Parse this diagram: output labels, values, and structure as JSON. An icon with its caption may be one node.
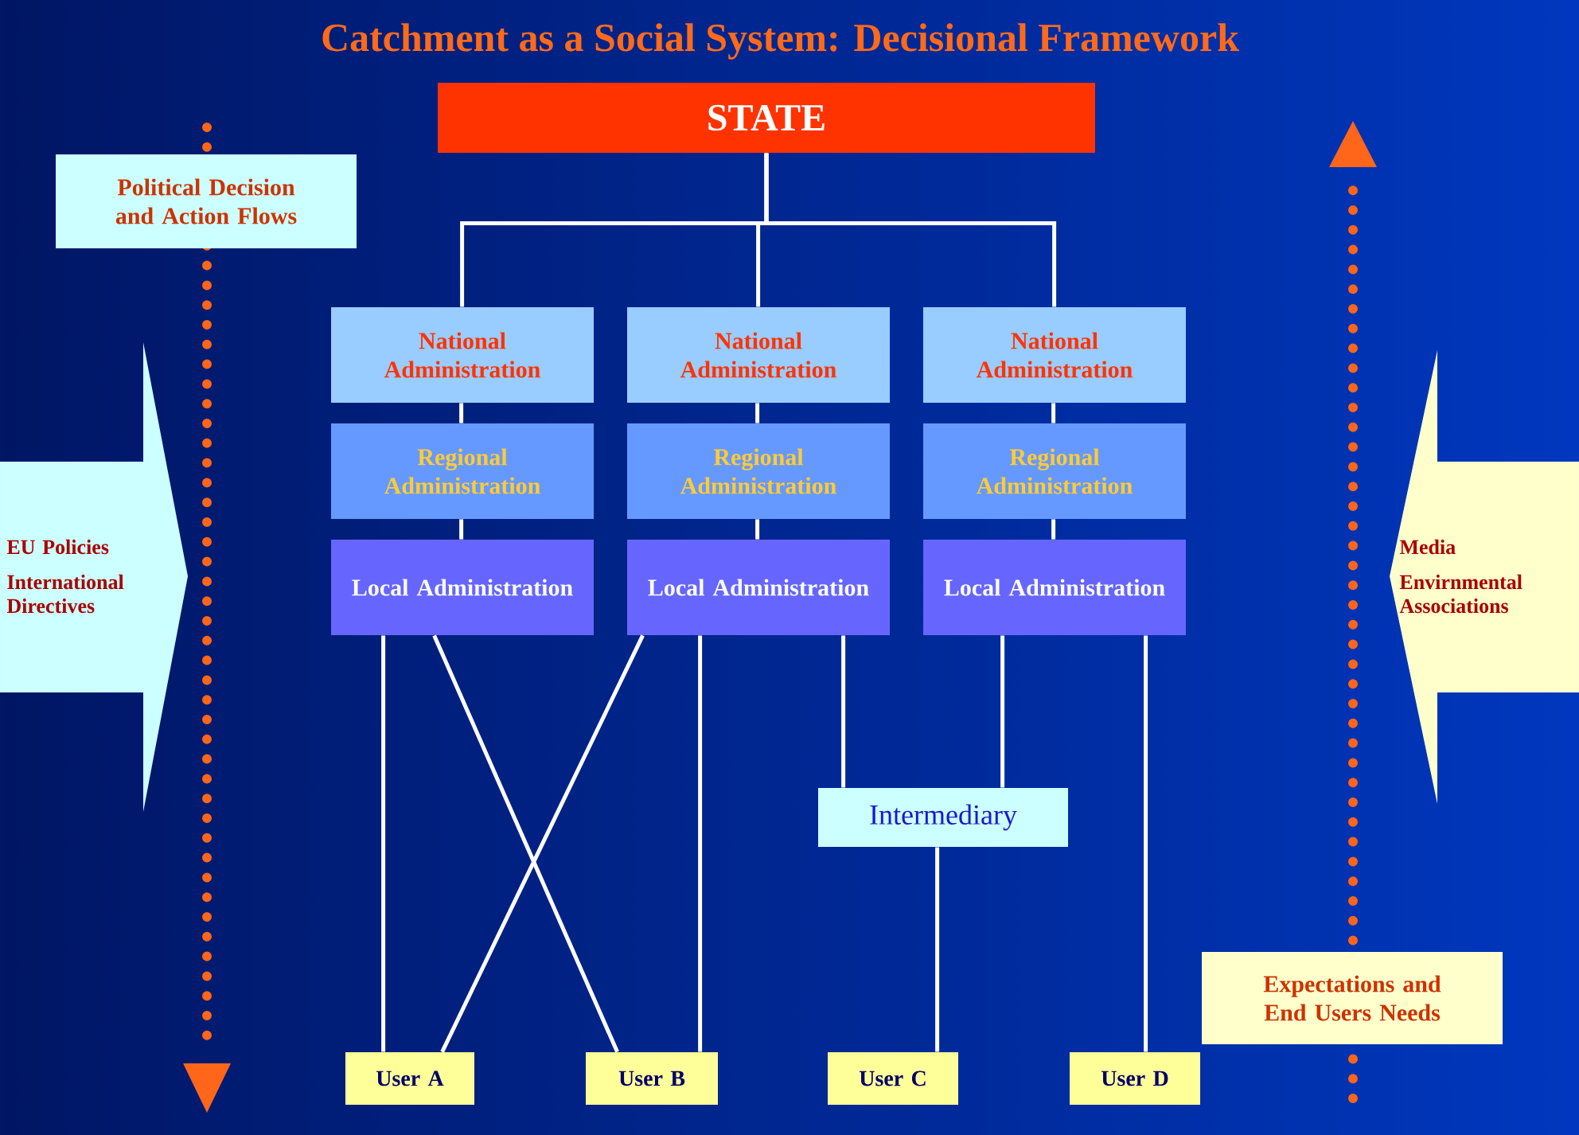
{
  "diagram": {
    "title": "Catchment as a Social System: Decisional Framework",
    "nodes": [
      {
        "text": [
          "STATE"
        ]
      },
      {
        "text": [
          "National Administration"
        ]
      },
      {
        "text": [
          "National Administration"
        ]
      },
      {
        "text": [
          "National Administration"
        ]
      },
      {
        "text": [
          "Regional Administration"
        ]
      },
      {
        "text": [
          "Regional Administration"
        ]
      },
      {
        "text": [
          "Regional Administration"
        ]
      },
      {
        "text": [
          "Local Administration"
        ]
      },
      {
        "text": [
          "Local Administration"
        ]
      },
      {
        "text": [
          "Local Administration"
        ]
      },
      {
        "text": [
          "Intermediary"
        ]
      },
      {
        "text": [
          "User A"
        ]
      },
      {
        "text": [
          "User B"
        ]
      },
      {
        "text": [
          "User C"
        ]
      },
      {
        "text": [
          "User D"
        ]
      },
      {
        "text": [
          "Political Decision and Action Flows"
        ]
      },
      {
        "text": [
          "EU Policies",
          "International Directives"
        ]
      },
      {
        "text": [
          "Media",
          "Envirnmental Associations"
        ]
      },
      {
        "text": [
          "Expectations and End Users Needs"
        ]
      }
    ],
    "edges": [
      {
        "from": 0,
        "to": 1,
        "arrow": "none"
      },
      {
        "from": 0,
        "to": 2,
        "arrow": "none"
      },
      {
        "from": 0,
        "to": 3,
        "arrow": "none"
      },
      {
        "from": 1,
        "to": 4,
        "arrow": "none"
      },
      {
        "from": 2,
        "to": 5,
        "arrow": "none"
      },
      {
        "from": 3,
        "to": 6,
        "arrow": "none"
      },
      {
        "from": 4,
        "to": 7,
        "arrow": "none"
      },
      {
        "from": 5,
        "to": 8,
        "arrow": "none"
      },
      {
        "from": 6,
        "to": 9,
        "arrow": "none"
      },
      {
        "from": 7,
        "to": 11,
        "arrow": "none"
      },
      {
        "from": 7,
        "to": 12,
        "arrow": "none"
      },
      {
        "from": 8,
        "to": 11,
        "arrow": "none"
      },
      {
        "from": 8,
        "to": 12,
        "arrow": "none"
      },
      {
        "from": 8,
        "to": 10,
        "arrow": "none"
      },
      {
        "from": 9,
        "to": 10,
        "arrow": "none"
      },
      {
        "from": 10,
        "to": 13,
        "arrow": "none"
      },
      {
        "from": 9,
        "to": 14,
        "arrow": "none"
      }
    ]
  }
}
